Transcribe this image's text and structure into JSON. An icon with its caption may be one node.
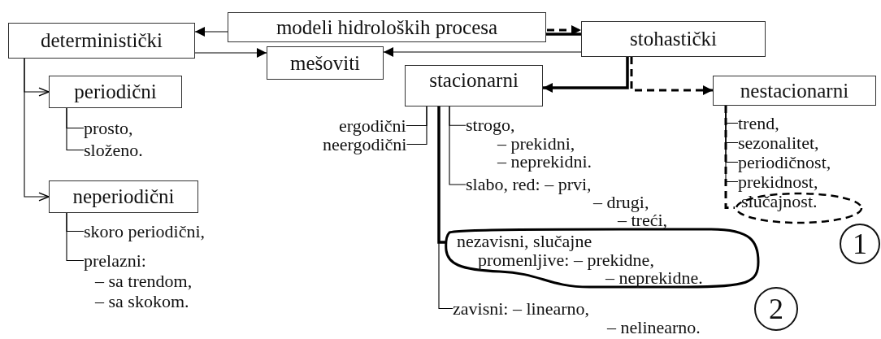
{
  "diagram": {
    "nodes": [
      {
        "text": [
          "modeli hidroloških procesa"
        ]
      },
      {
        "text": [
          "deterministički"
        ]
      },
      {
        "text": [
          "stohastički"
        ]
      },
      {
        "text": [
          "mešoviti"
        ]
      },
      {
        "text": [
          "periodični"
        ]
      },
      {
        "text": [
          "stacionarni"
        ]
      },
      {
        "text": [
          "nestacionarni"
        ]
      },
      {
        "text": [
          "neperiodični"
        ]
      },
      {
        "text": [
          "prosto,"
        ]
      },
      {
        "text": [
          "složeno."
        ]
      },
      {
        "text": [
          "skoro periodični,"
        ]
      },
      {
        "text": [
          "prelazni:",
          "– sa trendom,",
          "– sa skokom."
        ]
      },
      {
        "text": [
          "ergodični"
        ]
      },
      {
        "text": [
          "neergodični"
        ]
      },
      {
        "text": [
          "strogo,",
          "– prekidni,",
          "– neprekidni."
        ]
      },
      {
        "text": [
          "slabo, red: – prvi,",
          "– drugi,",
          "– treći,"
        ]
      },
      {
        "text": [
          "nezavisni, slučajne",
          "promenljive: – prekidne,",
          "– neprekidne."
        ]
      },
      {
        "text": [
          "zavisni:  – linearno,",
          "– nelinearno."
        ]
      },
      {
        "text": [
          "trend,"
        ]
      },
      {
        "text": [
          "sezonalitet,"
        ]
      },
      {
        "text": [
          "periodičnost,"
        ]
      },
      {
        "text": [
          "prekidnost,"
        ]
      },
      {
        "text": [
          "slučajnost."
        ]
      },
      {
        "text": [
          "1"
        ]
      },
      {
        "text": [
          "2"
        ]
      }
    ],
    "edges": [
      {
        "from": 0,
        "to": 1,
        "arrow": "to"
      },
      {
        "from": 1,
        "to": 3,
        "arrow": "to"
      },
      {
        "from": 2,
        "to": 3,
        "arrow": "to"
      },
      {
        "from": 0,
        "to": 2,
        "arrow": "to",
        "style": "dashed"
      },
      {
        "from": 0,
        "to": 2,
        "arrow": "none",
        "style": "thick"
      },
      {
        "from": 2,
        "to": 5,
        "arrow": "to",
        "style": "thick"
      },
      {
        "from": 2,
        "to": 6,
        "arrow": "to",
        "style": "dashed"
      },
      {
        "from": 1,
        "to": 4,
        "arrow": "to"
      },
      {
        "from": 1,
        "to": 7,
        "arrow": "to"
      },
      {
        "from": 4,
        "to": 8,
        "arrow": "none"
      },
      {
        "from": 4,
        "to": 9,
        "arrow": "none"
      },
      {
        "from": 7,
        "to": 10,
        "arrow": "none"
      },
      {
        "from": 7,
        "to": 11,
        "arrow": "none"
      },
      {
        "from": 5,
        "to": 12,
        "arrow": "none"
      },
      {
        "from": 5,
        "to": 13,
        "arrow": "none"
      },
      {
        "from": 5,
        "to": 14,
        "arrow": "none"
      },
      {
        "from": 5,
        "to": 15,
        "arrow": "none"
      },
      {
        "from": 5,
        "to": 16,
        "arrow": "none",
        "style": "thick"
      },
      {
        "from": 5,
        "to": 17,
        "arrow": "none"
      },
      {
        "from": 6,
        "to": 18,
        "arrow": "none"
      },
      {
        "from": 6,
        "to": 19,
        "arrow": "none"
      },
      {
        "from": 6,
        "to": 20,
        "arrow": "none"
      },
      {
        "from": 6,
        "to": 21,
        "arrow": "none"
      },
      {
        "from": 6,
        "to": 22,
        "arrow": "none",
        "style": "dashed"
      }
    ]
  }
}
